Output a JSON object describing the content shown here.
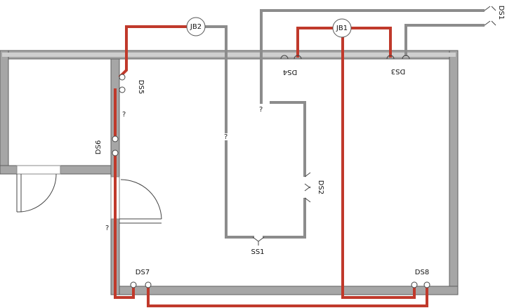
{
  "labels": {
    "ds1": "DS1",
    "ds2": "DS2",
    "ds3": "DS3",
    "ds4": "DS4",
    "ds5": "DS5",
    "ds6": "DS6",
    "ds7": "DS7",
    "ds8": "DS8",
    "jb1": "JB1",
    "jb2": "JB2",
    "ss1": "SS1",
    "unknown": "?"
  },
  "colors": {
    "wall": "#a6a6a6",
    "wire_active": "#c0392b",
    "wire_inactive": "#8c8c8c"
  }
}
